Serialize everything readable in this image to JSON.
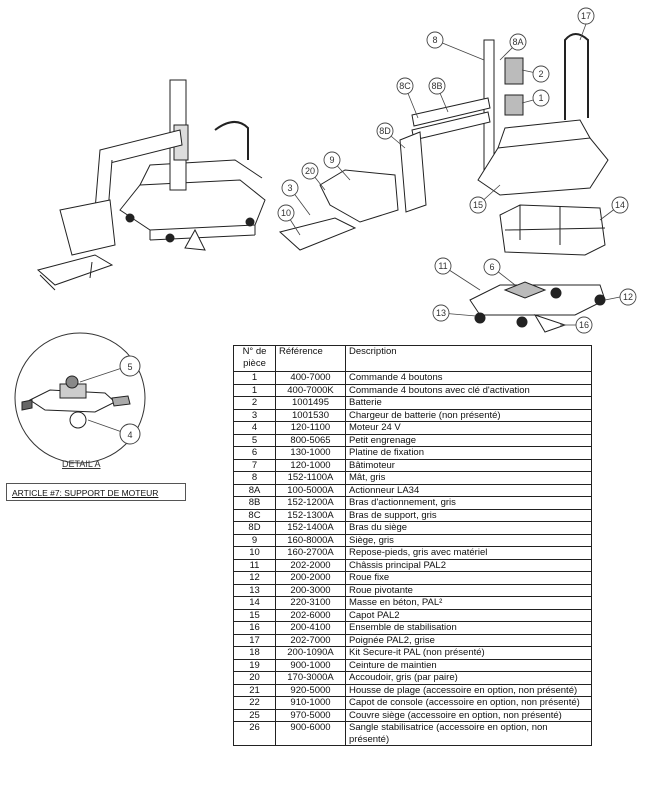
{
  "callouts": [
    "17",
    "8",
    "8A",
    "2",
    "1",
    "8C",
    "8B",
    "8D",
    "9",
    "20",
    "3",
    "10",
    "15",
    "14",
    "11",
    "6",
    "12",
    "13",
    "16"
  ],
  "detail": {
    "callouts": [
      "5",
      "4"
    ],
    "caption": "DETAIL A"
  },
  "article_label": "ARTICLE #7: SUPPORT DE MOTEUR",
  "table": {
    "headers": {
      "num": "N° de pièce",
      "ref": "Référence",
      "desc": "Description"
    },
    "rows": [
      {
        "num": "1",
        "ref": "400-7000",
        "desc": "Commande 4 boutons"
      },
      {
        "num": "1",
        "ref": "400-7000K",
        "desc": "Commande 4 boutons avec clé d'activation"
      },
      {
        "num": "2",
        "ref": "1001495",
        "desc": "Batterie"
      },
      {
        "num": "3",
        "ref": "1001530",
        "desc": "Chargeur de batterie (non présenté)"
      },
      {
        "num": "4",
        "ref": "120-1100",
        "desc": "Moteur 24 V"
      },
      {
        "num": "5",
        "ref": "800-5065",
        "desc": "Petit engrenage"
      },
      {
        "num": "6",
        "ref": "130-1000",
        "desc": "Platine de fixation"
      },
      {
        "num": "7",
        "ref": "120-1000",
        "desc": "Bâtimoteur"
      },
      {
        "num": "8",
        "ref": "152-1100A",
        "desc": "Mât, gris"
      },
      {
        "num": "8A",
        "ref": "100-5000A",
        "desc": "Actionneur LA34"
      },
      {
        "num": "8B",
        "ref": "152-1200A",
        "desc": "Bras d'actionnement, gris"
      },
      {
        "num": "8C",
        "ref": "152-1300A",
        "desc": "Bras de support, gris"
      },
      {
        "num": "8D",
        "ref": "152-1400A",
        "desc": "Bras du siège"
      },
      {
        "num": "9",
        "ref": "160-8000A",
        "desc": "Siège, gris"
      },
      {
        "num": "10",
        "ref": "160-2700A",
        "desc": "Repose-pieds, gris avec matériel"
      },
      {
        "num": "11",
        "ref": "202-2000",
        "desc": "Châssis principal PAL2"
      },
      {
        "num": "12",
        "ref": "200-2000",
        "desc": "Roue fixe"
      },
      {
        "num": "13",
        "ref": "200-3000",
        "desc": "Roue pivotante"
      },
      {
        "num": "14",
        "ref": "220-3100",
        "desc": "Masse en béton, PAL²"
      },
      {
        "num": "15",
        "ref": "202-6000",
        "desc": "Capot PAL2"
      },
      {
        "num": "16",
        "ref": "200-4100",
        "desc": "Ensemble de stabilisation"
      },
      {
        "num": "17",
        "ref": "202-7000",
        "desc": "Poignée PAL2, grise"
      },
      {
        "num": "18",
        "ref": "200-1090A",
        "desc": "Kit Secure-it PAL (non présenté)"
      },
      {
        "num": "19",
        "ref": "900-1000",
        "desc": "Ceinture de maintien"
      },
      {
        "num": "20",
        "ref": "170-3000A",
        "desc": "Accoudoir, gris (par paire)"
      },
      {
        "num": "21",
        "ref": "920-5000",
        "desc": "Housse de plage (accessoire en option, non présenté)"
      },
      {
        "num": "22",
        "ref": "910-1000",
        "desc": "Capot de console (accessoire en option, non présenté)"
      },
      {
        "num": "25",
        "ref": "970-5000",
        "desc": "Couvre siège (accessoire en option, non présenté)",
        "indent": true
      },
      {
        "num": "26",
        "ref": "900-6000",
        "desc": "Sangle stabilisatrice (accessoire en option, non présenté)"
      }
    ]
  }
}
